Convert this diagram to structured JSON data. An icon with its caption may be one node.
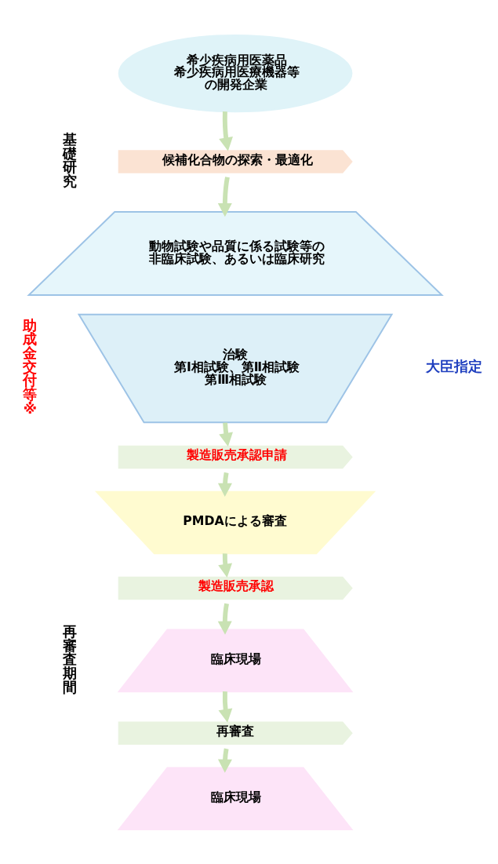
{
  "diagram": {
    "nodes": [
      {
        "text": [
          "希少疾病用医薬品",
          "希少疾病用医療機器等",
          "の開発企業"
        ]
      },
      {
        "text": [
          "候補化合物の探索・最適化"
        ]
      },
      {
        "text": [
          "動物試験や品質に係る試験等の",
          "非臨床試験、あるいは臨床研究"
        ]
      },
      {
        "text": [
          "治験",
          "第Ⅰ相試験、第Ⅱ相試験",
          "第Ⅲ相試験"
        ]
      },
      {
        "text": [
          "製造販売承認申請"
        ]
      },
      {
        "text": [
          "PMDAによる審査"
        ]
      },
      {
        "text": [
          "製造販売承認"
        ]
      },
      {
        "text": [
          "臨床現場"
        ]
      },
      {
        "text": [
          "再審査"
        ]
      },
      {
        "text": [
          "臨床現場"
        ]
      }
    ],
    "edges": [
      {
        "from": 0,
        "to": 1,
        "arrow": "to"
      },
      {
        "from": 1,
        "to": 2,
        "arrow": "to"
      },
      {
        "from": 3,
        "to": 4,
        "arrow": "to"
      },
      {
        "from": 4,
        "to": 5,
        "arrow": "to"
      },
      {
        "from": 5,
        "to": 6,
        "arrow": "to"
      },
      {
        "from": 6,
        "to": 7,
        "arrow": "to"
      },
      {
        "from": 7,
        "to": 8,
        "arrow": "to"
      },
      {
        "from": 8,
        "to": 9,
        "arrow": "to"
      }
    ],
    "labels": [
      "基礎研究",
      "大臣指定",
      "助成金交付等※",
      "再審査期間"
    ]
  }
}
